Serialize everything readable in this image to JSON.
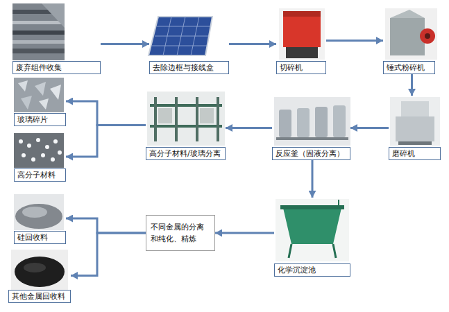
{
  "diagram": {
    "nodes": [
      {
        "text": [
          "废弃组件收集"
        ]
      },
      {
        "text": [
          "去除边框与接线盒"
        ]
      },
      {
        "text": [
          "切碎机"
        ]
      },
      {
        "text": [
          "锤式粉碎机"
        ]
      },
      {
        "text": [
          "磨碎机"
        ]
      },
      {
        "text": [
          "反应釜（固液分离）"
        ]
      },
      {
        "text": [
          "高分子材料/玻璃分离"
        ]
      },
      {
        "text": [
          "玻璃碎片"
        ]
      },
      {
        "text": [
          "高分子材料"
        ]
      },
      {
        "text": [
          "化学沉淀池"
        ]
      },
      {
        "text": [
          "不同金属的分离和纯化、精炼"
        ]
      },
      {
        "text": [
          "硅回收料"
        ]
      },
      {
        "text": [
          "其他金属回收料"
        ]
      }
    ],
    "edges": [
      {
        "from": 0,
        "to": 1,
        "arrow": "to"
      },
      {
        "from": 1,
        "to": 2,
        "arrow": "to"
      },
      {
        "from": 2,
        "to": 3,
        "arrow": "to"
      },
      {
        "from": 3,
        "to": 4,
        "arrow": "to"
      },
      {
        "from": 4,
        "to": 5,
        "arrow": "to"
      },
      {
        "from": 5,
        "to": 6,
        "arrow": "to"
      },
      {
        "from": 6,
        "to": 7,
        "arrow": "to"
      },
      {
        "from": 6,
        "to": 8,
        "arrow": "to"
      },
      {
        "from": 5,
        "to": 9,
        "arrow": "to"
      },
      {
        "from": 9,
        "to": 10,
        "arrow": "to"
      },
      {
        "from": 10,
        "to": 11,
        "arrow": "to"
      },
      {
        "from": 10,
        "to": 12,
        "arrow": "to"
      }
    ]
  }
}
